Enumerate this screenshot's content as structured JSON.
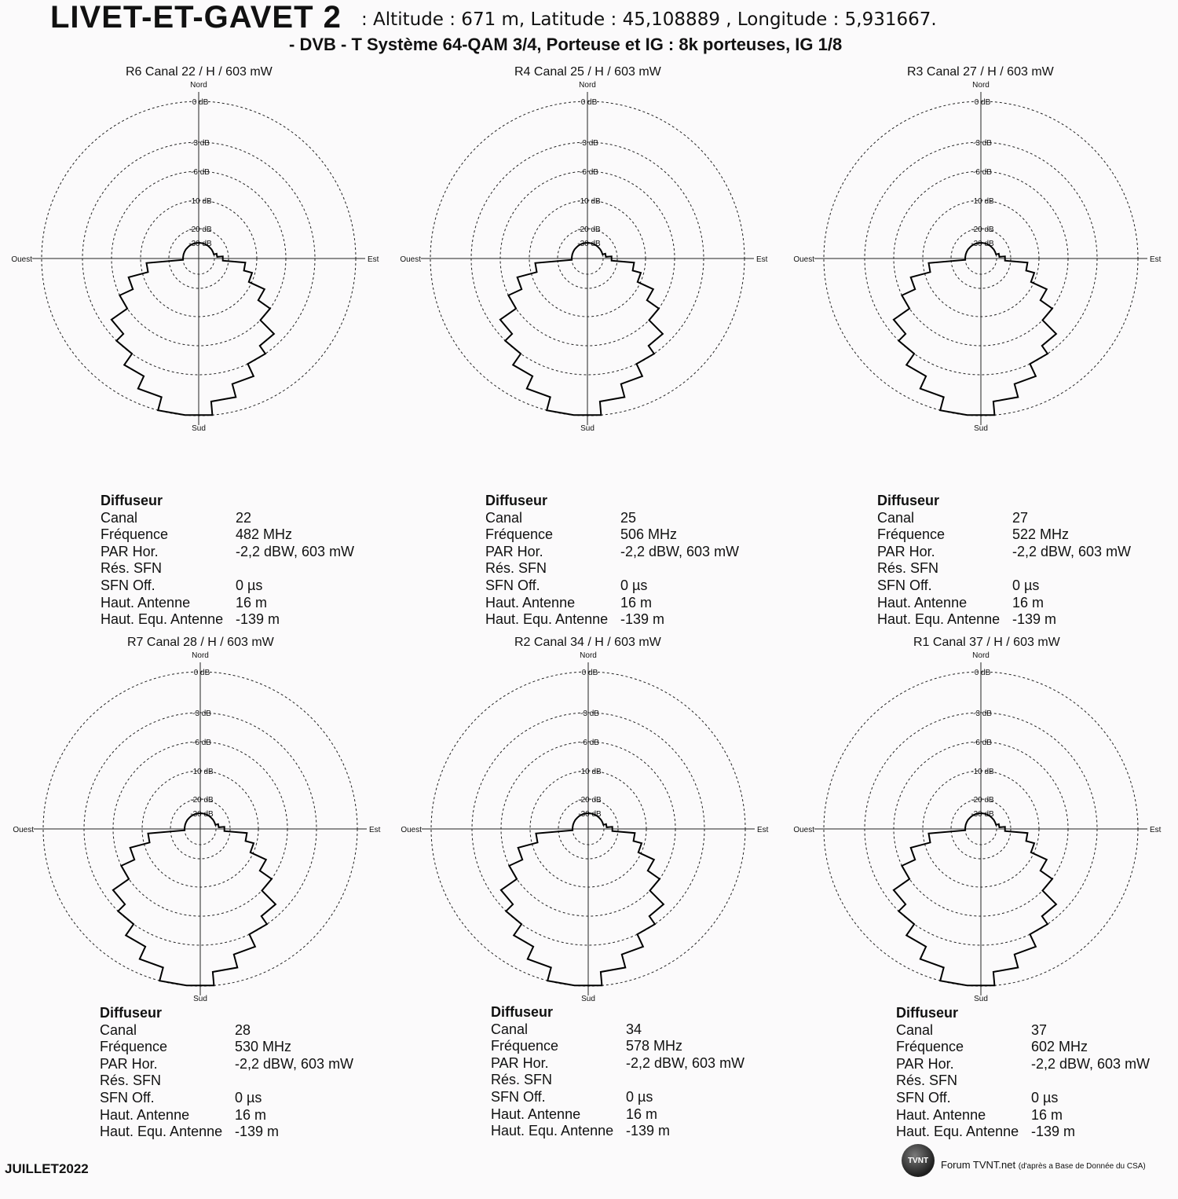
{
  "header": {
    "title": "LIVET-ET-GAVET  2",
    "coords": ": Altitude : 671 m,  Latitude : 45,108889 ,  Longitude  :  5,931667.",
    "subtitle": "- DVB - T    Système 64-QAM 3/4,  Porteuse et IG : 8k porteuses, IG 1/8"
  },
  "polar_axis": {
    "north": "Nord",
    "south": "Sud",
    "east": "Est",
    "west": "Ouest",
    "ring_labels": [
      "0 dB",
      "-3 dB",
      "-6 dB",
      "-10 dB",
      "-20 dB",
      "-30 dB"
    ]
  },
  "info_labels": {
    "title": "Diffuseur",
    "canal": "Canal",
    "frequence": "Fréquence",
    "par": "PAR Hor.",
    "res_sfn": "Rés. SFN",
    "sfn_off": "SFN Off.",
    "haut_antenne": "Haut. Antenne",
    "haut_equ": "Haut. Equ. Antenne"
  },
  "panels": [
    {
      "header": "R6   Canal  22 / H / 603 mW",
      "canal": "22",
      "frequence": "482 MHz",
      "par": "-2,2 dBW, 603 mW",
      "res_sfn": "",
      "sfn_off": "0 µs",
      "haut_antenne": "16 m",
      "haut_equ": "-139 m"
    },
    {
      "header": "R4   Canal  25 / H / 603 mW",
      "canal": "25",
      "frequence": "506 MHz",
      "par": "-2,2 dBW, 603 mW",
      "res_sfn": "",
      "sfn_off": "0 µs",
      "haut_antenne": "16 m",
      "haut_equ": "-139 m"
    },
    {
      "header": "R3   Canal  27 / H / 603 mW",
      "canal": "27",
      "frequence": "522 MHz",
      "par": "-2,2 dBW, 603 mW",
      "res_sfn": "",
      "sfn_off": "0 µs",
      "haut_antenne": "16 m",
      "haut_equ": "-139 m"
    },
    {
      "header": "R7   Canal  28 / H / 603 mW",
      "canal": "28",
      "frequence": "530 MHz",
      "par": "-2,2 dBW, 603 mW",
      "res_sfn": "",
      "sfn_off": "0 µs",
      "haut_antenne": "16 m",
      "haut_equ": "-139 m"
    },
    {
      "header": "R2   Canal  34 / H / 603 mW",
      "canal": "34",
      "frequence": "578 MHz",
      "par": "-2,2 dBW, 603 mW",
      "res_sfn": "",
      "sfn_off": "0 µs",
      "haut_antenne": "16 m",
      "haut_equ": "-139 m"
    },
    {
      "header": "R1   Canal  37 / H / 603 mW",
      "canal": "37",
      "frequence": "602 MHz",
      "par": "-2,2 dBW, 603 mW",
      "res_sfn": "",
      "sfn_off": "0 µs",
      "haut_antenne": "16 m",
      "haut_equ": "-139 m"
    }
  ],
  "chart_data": {
    "type": "polar",
    "radial_levels_db": [
      0,
      -3,
      -6,
      -10,
      -20,
      -30
    ],
    "directions": [
      "Nord",
      "Est",
      "Sud",
      "Ouest"
    ],
    "series": [
      {
        "angles_deg": [
          0,
          10,
          20,
          30,
          40,
          50,
          60,
          70,
          80,
          90,
          100,
          110,
          120,
          130,
          140,
          150,
          160,
          170,
          180,
          190,
          200,
          210,
          220,
          230,
          240,
          250,
          260,
          270,
          280,
          290,
          300,
          310,
          320,
          330,
          340,
          350
        ],
        "attenuation_db": [
          -30,
          -30,
          -30,
          -30,
          -30,
          -30,
          -30,
          -30,
          -28,
          -24,
          -14,
          -11,
          -8,
          -6,
          -4,
          -3,
          -2,
          -1,
          0,
          0,
          -1,
          -2,
          -3,
          -4,
          -6,
          -8,
          -12,
          -30,
          -30,
          -30,
          -30,
          -30,
          -30,
          -30,
          -30,
          -30
        ]
      }
    ]
  },
  "footer": {
    "date": "JUILLET2022",
    "logo_text": "TVNT",
    "credit": "Forum TVNT.net",
    "credit_note": "(d'après  a Base de Donnée du CSA)"
  }
}
